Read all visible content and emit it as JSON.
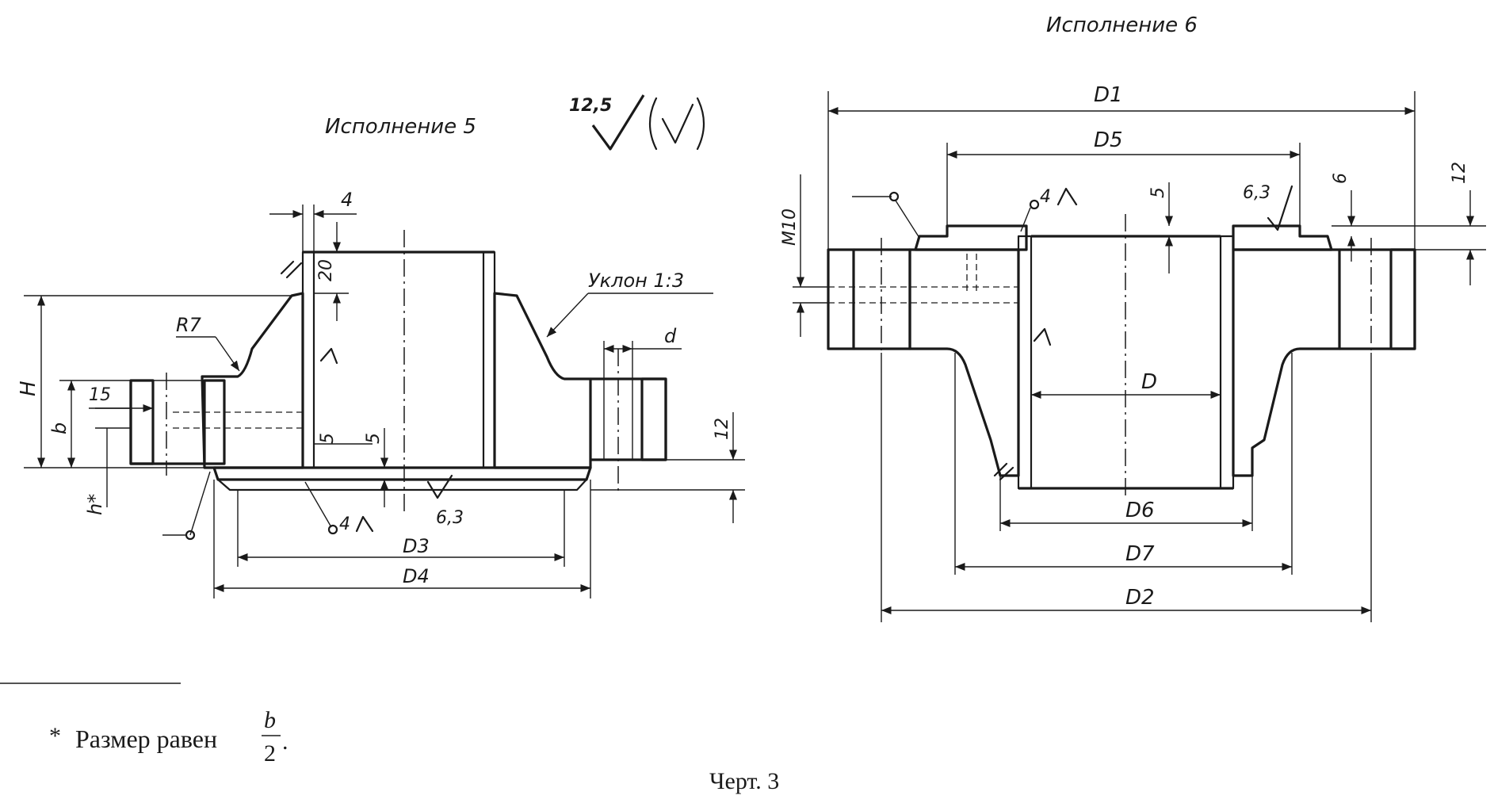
{
  "variant5": {
    "title": "Исполнение 5",
    "roughness_value": "12,5",
    "dims": {
      "top_4": "4",
      "top_20": "20",
      "R7": "R7",
      "slope": "Уклон 1:3",
      "d": "d",
      "H": "H",
      "b": "b",
      "15": "15",
      "h_star": "h*",
      "v5": "5",
      "v5b": "5",
      "r4": "4",
      "r63": "6,3",
      "v12": "12",
      "D3": "D3",
      "D4": "D4"
    }
  },
  "variant6": {
    "title": "Исполнение 6",
    "dims": {
      "D1": "D1",
      "D5": "D5",
      "D": "D",
      "D6": "D6",
      "D7": "D7",
      "D2": "D2",
      "M10": "M10",
      "r4": "4",
      "v5": "5",
      "r63": "6,3",
      "v6": "6",
      "v12": "12"
    }
  },
  "footnote": {
    "star": "*",
    "text": "Размер равен",
    "numerator": "b",
    "denominator": "2",
    "tail": "."
  },
  "caption": "Черт. 3"
}
